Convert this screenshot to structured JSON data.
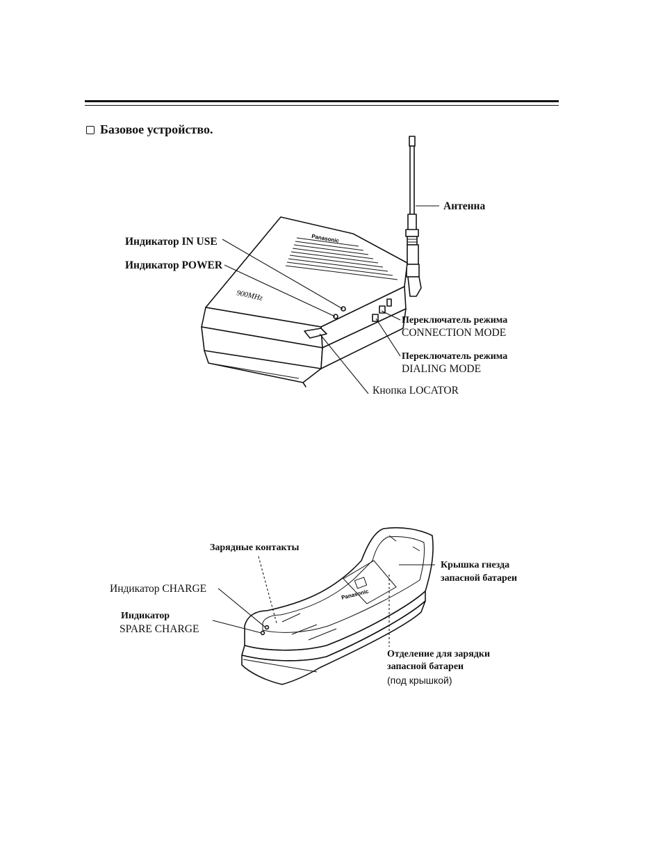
{
  "section": {
    "heading": "Базовое устройство."
  },
  "base_unit": {
    "labels": {
      "antenna": "Антенна",
      "in_use": "Индикатор IN USE",
      "power": "Индикатор POWER",
      "connection_mode_1": "Переключатель режима",
      "connection_mode_2": "CONNECTION MODE",
      "dialing_mode_1": "Переключатель режима",
      "dialing_mode_2": "DIALING MODE",
      "locator": "Кнопка LOCATOR"
    },
    "device_text": {
      "brand": "Panasonic",
      "model": "900MHz"
    }
  },
  "charger": {
    "labels": {
      "contacts": "Зарядные контакты",
      "charge": "Индикатор CHARGE",
      "spare_1": "Индикатор",
      "spare_2": "SPARE CHARGE",
      "cover_1": "Крышка гнезда",
      "cover_2": "запасной батареи",
      "compartment_1": "Отделение для зарядки",
      "compartment_2": "запасной батареи",
      "compartment_3": "(под крышкой)"
    },
    "device_text": {
      "brand": "Panasonic"
    }
  }
}
